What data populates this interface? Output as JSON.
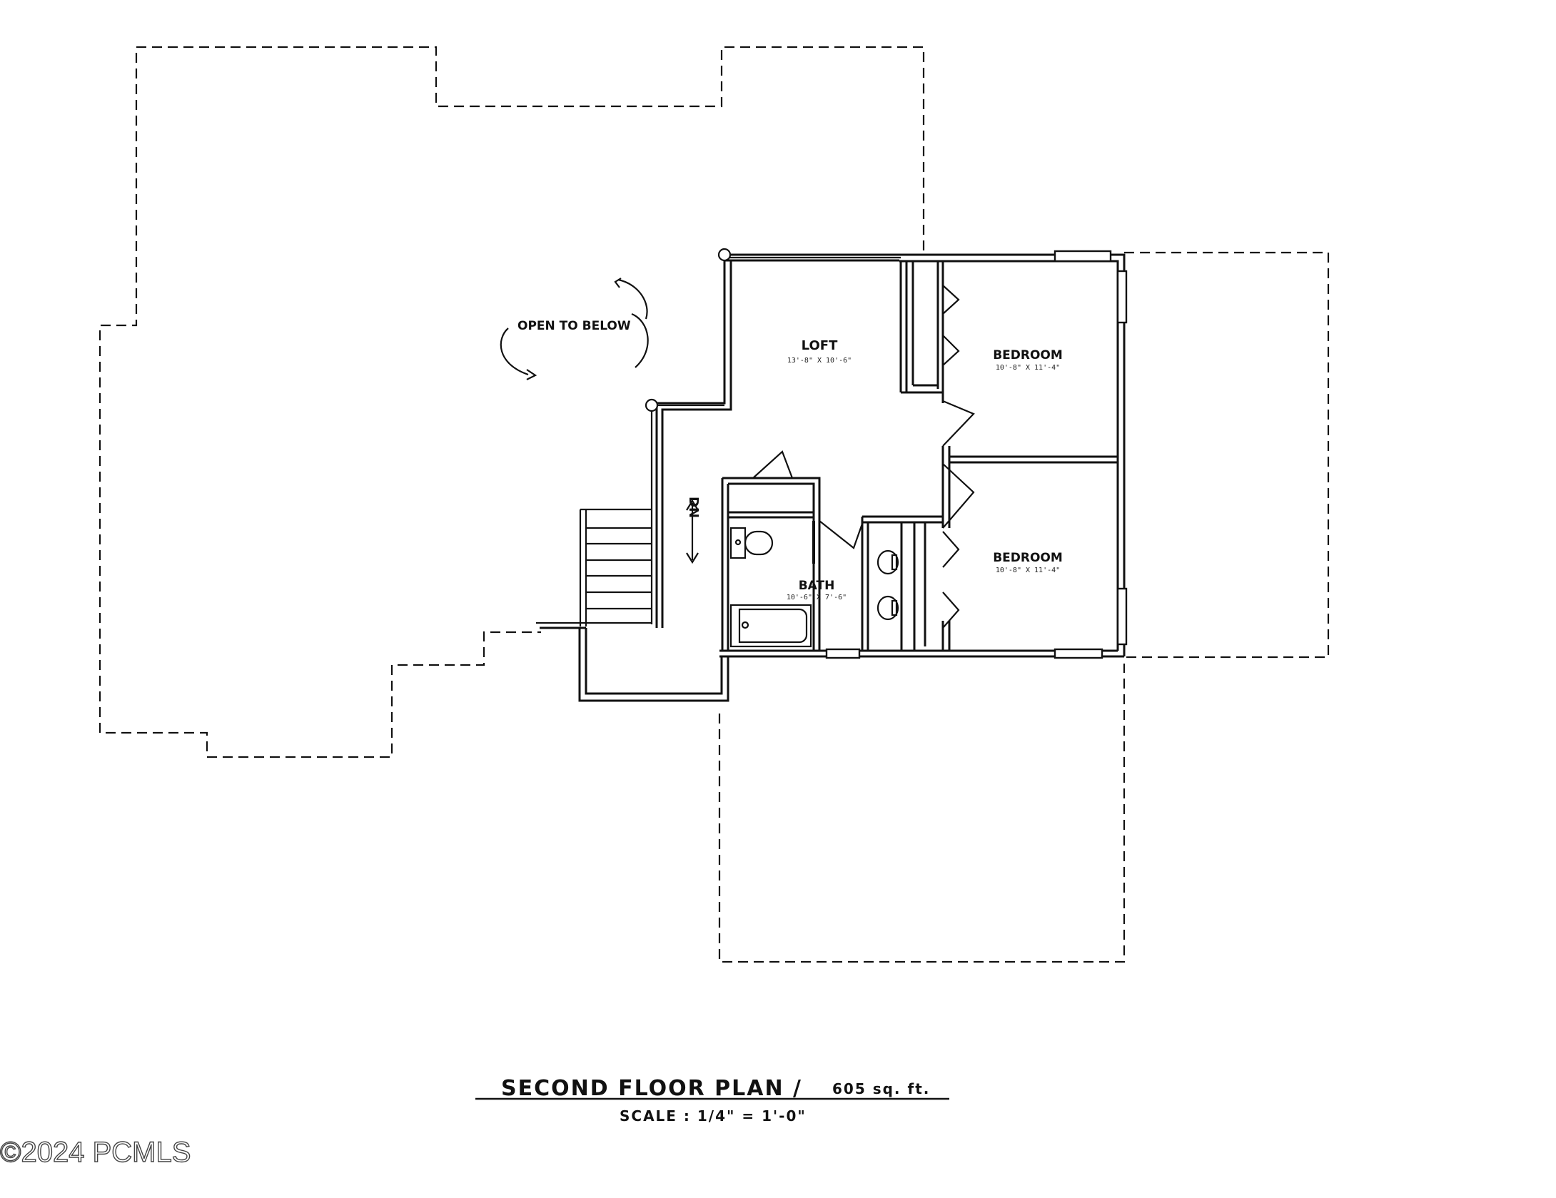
{
  "plan": {
    "title": "SECOND FLOOR PLAN /",
    "area": "605 sq. ft.",
    "scale": "SCALE : 1/4\" = 1'-0\"",
    "open_to_below": "OPEN TO BELOW",
    "stair_label": "DN"
  },
  "rooms": {
    "loft": {
      "name": "LOFT",
      "size": "13'-8\" X 10'-6\""
    },
    "bedroom_1": {
      "name": "BEDROOM",
      "size": "10'-8\" X 11'-4\""
    },
    "bedroom_2": {
      "name": "BEDROOM",
      "size": "10'-8\" X 11'-4\""
    },
    "bath": {
      "name": "BATH",
      "size": "10'-6\" X 7'-6\""
    }
  },
  "watermark": "©2024 PCMLS",
  "colors": {
    "line": "#111111",
    "background": "#ffffff"
  }
}
